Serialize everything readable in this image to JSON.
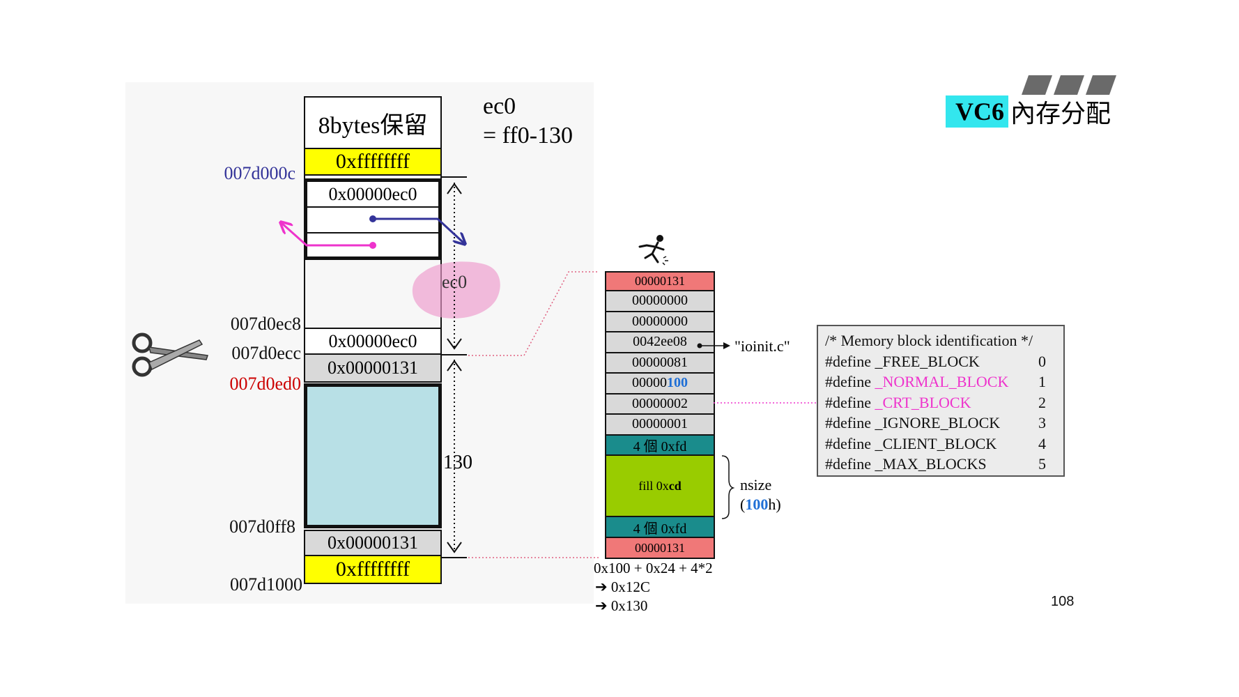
{
  "slide": {
    "title_prefix": "VC6",
    "title_suffix": "內存分配",
    "page_number": "108",
    "colors": {
      "title_highlight": "#33e6ee",
      "stripes": "#6a6a6a",
      "yellow": "#ffff00",
      "light_blue": "#b8e0e6",
      "gray": "#d9d9d9",
      "salmon": "#f07878",
      "teal": "#1a8c8c",
      "green": "#99cc00",
      "magenta": "#ee33cc",
      "navy": "#333399",
      "red_addr": "#cc0000",
      "blue_value": "#1f6fd6"
    }
  },
  "left_diagram": {
    "reserved_label": "8bytes保留",
    "top_fill": "0xffffffff",
    "header_size": "0x00000ec0",
    "footer_size": "0x00000ec0",
    "block_header": "0x00000131",
    "block_footer": "0x00000131",
    "bottom_fill": "0xffffffff",
    "free_blob_label": "ec0",
    "calc_line1": "ec0",
    "calc_line2": "= ff0-130",
    "span_label": "130",
    "addresses": {
      "a1": "007d000c",
      "a2": "007d0ec8",
      "a3": "007d0ecc",
      "a4": "007d0ed0",
      "a5": "007d0ff8",
      "a6": "007d1000"
    }
  },
  "middle_diagram": {
    "cells": {
      "c0": "00000131",
      "c1": "00000000",
      "c2": "00000000",
      "c3": "0042ee08",
      "c4": "00000081",
      "c5_prefix": "00000",
      "c5_highlight": "100",
      "c6": "00000002",
      "c7": "00000001",
      "c8": "4 個 0xfd",
      "fill_prefix": "fill 0x",
      "fill_bold": "cd",
      "c10": "4 個 0xfd",
      "c11": "00000131"
    },
    "file_label": "\"ioinit.c\"",
    "nsize_label": "nsize",
    "nsize_open": "(",
    "nsize_value": "100",
    "nsize_close": "h)",
    "calc_line1": "0x100 + 0x24 + 4*2",
    "calc_line2": "0x12C",
    "calc_line3": "0x130"
  },
  "defines_box": {
    "comment": "/* Memory block identification */",
    "lines": [
      {
        "prefix": "#define ",
        "name": "_FREE_BLOCK",
        "value": "0"
      },
      {
        "prefix": "#define ",
        "name": "_NORMAL_BLOCK",
        "value": "1"
      },
      {
        "prefix": "#define ",
        "name": "_CRT_BLOCK",
        "value": "2"
      },
      {
        "prefix": "#define ",
        "name": "_IGNORE_BLOCK",
        "value": "3"
      },
      {
        "prefix": "#define ",
        "name": "_CLIENT_BLOCK",
        "value": "4"
      },
      {
        "prefix": "#define ",
        "name": "_MAX_BLOCKS",
        "value": "5"
      }
    ]
  }
}
